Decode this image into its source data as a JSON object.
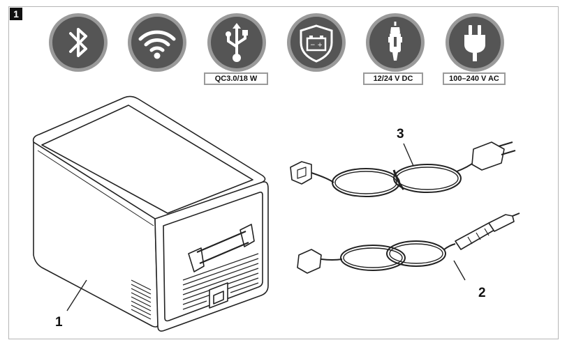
{
  "figure_number": "1",
  "feature_icons": [
    {
      "icon": "bluetooth-icon"
    },
    {
      "icon": "wifi-icon"
    },
    {
      "icon": "usb-icon",
      "label": "QC3.0/18 W"
    },
    {
      "icon": "battery-protection-icon",
      "battery_symbols": "− +"
    },
    {
      "icon": "car-plug-icon",
      "label": "12/24 V DC"
    },
    {
      "icon": "ac-plug-icon",
      "label": "100–240 V AC"
    }
  ],
  "callouts": {
    "cooler": "1",
    "dc_cable": "2",
    "ac_cable": "3"
  },
  "colors": {
    "icon_fill": "#555555",
    "icon_ring": "#9a9a9a",
    "line": "#222222"
  }
}
